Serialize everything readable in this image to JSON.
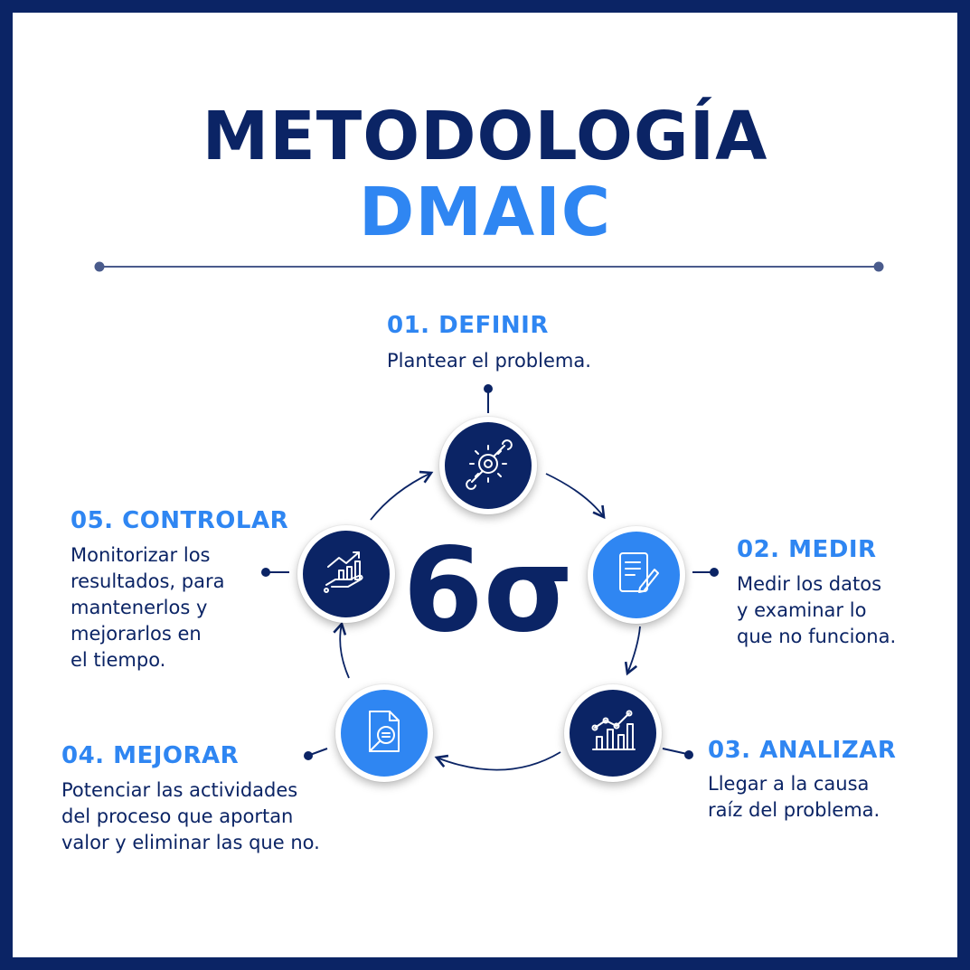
{
  "title": {
    "line1": "METODOLOGÍA",
    "line2": "DMAIC"
  },
  "center_symbol": "6σ",
  "colors": {
    "navy": "#0b2465",
    "blue": "#2f86f2",
    "frame": "#0b2465",
    "divider": "#4a5b8c"
  },
  "steps": [
    {
      "heading": "01. DEFINIR",
      "description": "Plantear el problema.",
      "icon": "gear-wrench-icon"
    },
    {
      "heading": "02. MEDIR",
      "description": [
        "Medir los datos",
        "y examinar lo",
        "que no funciona."
      ],
      "icon": "document-pen-icon"
    },
    {
      "heading": "03. ANALIZAR",
      "description": [
        "Llegar a la causa",
        "raíz del problema."
      ],
      "icon": "bar-chart-icon"
    },
    {
      "heading": "04. MEJORAR",
      "description": [
        "Potenciar las actividades",
        "del proceso que aportan",
        "valor y eliminar las que no."
      ],
      "icon": "document-search-icon"
    },
    {
      "heading": "05. CONTROLAR",
      "description": [
        "Monitorizar los",
        "resultados, para",
        "mantenerlos y",
        "mejorarlos en",
        "el tiempo."
      ],
      "icon": "hand-growth-chart-icon"
    }
  ]
}
